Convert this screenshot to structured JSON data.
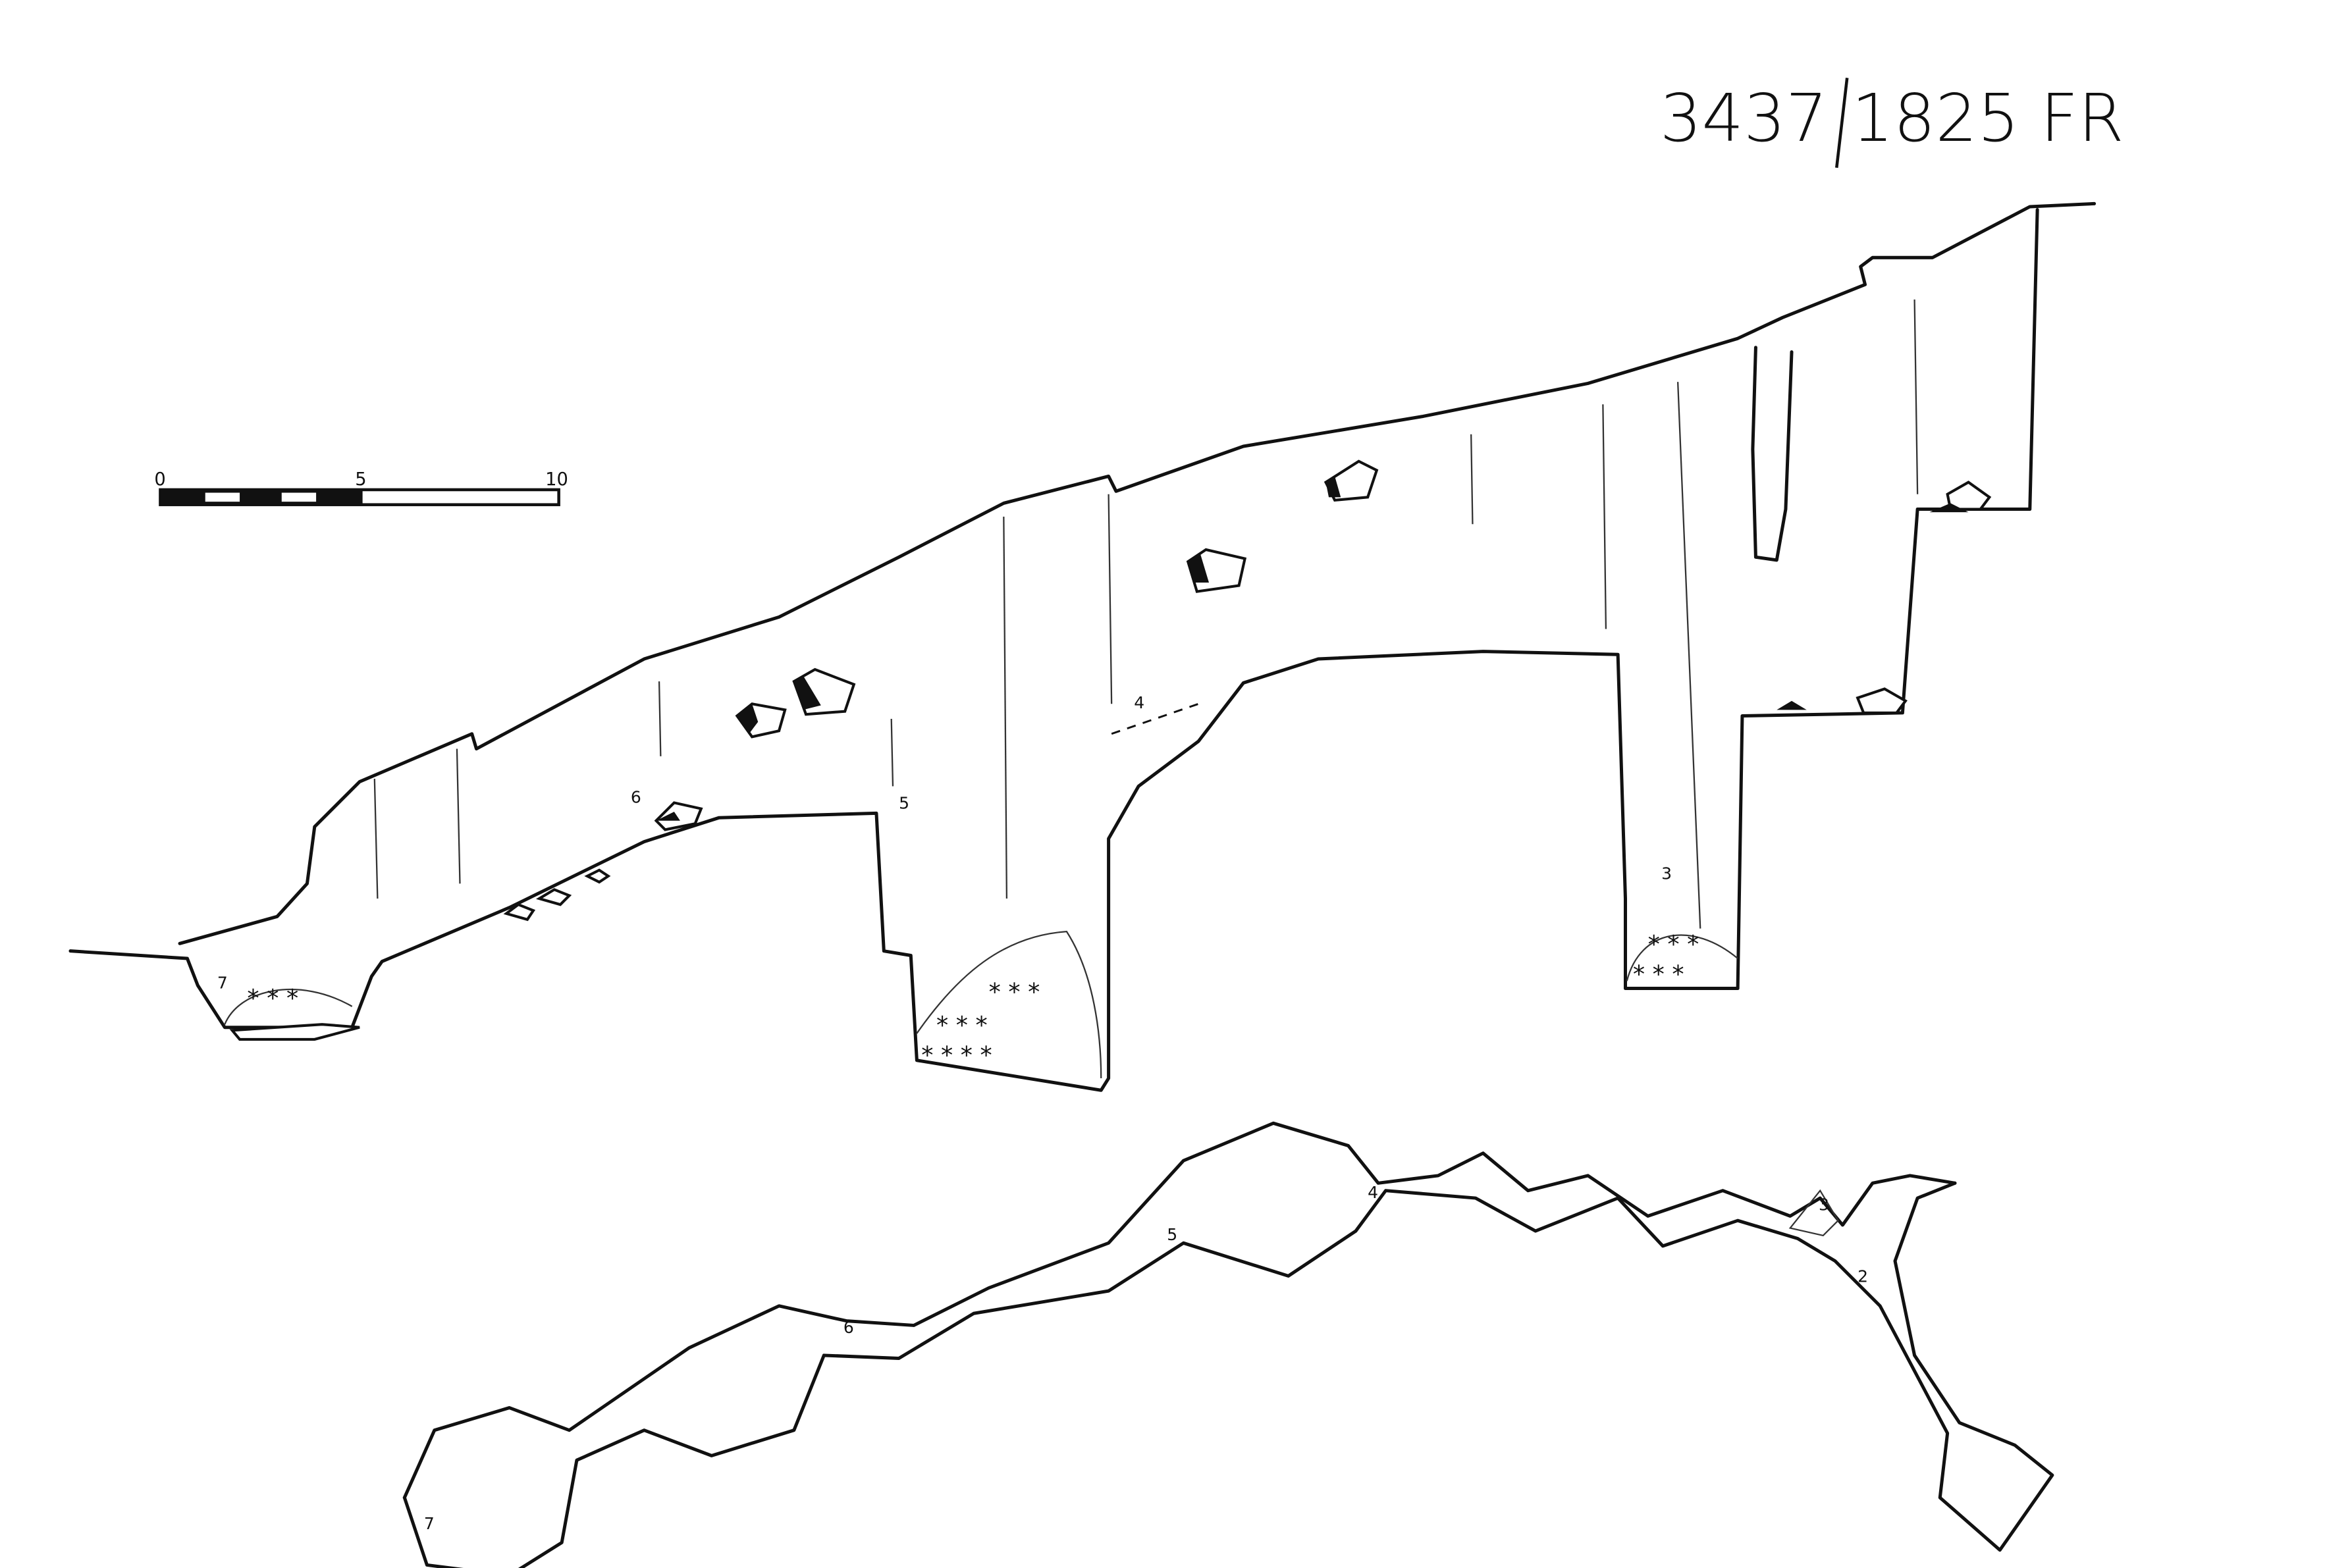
{
  "title": {
    "left": "3437",
    "right": "1825 FR"
  },
  "scale_bar": {
    "ticks": [
      "0",
      "5",
      "10"
    ],
    "unit_min": 0,
    "unit_max": 10
  },
  "profile": {
    "stations": [
      "7",
      "6",
      "5",
      "4",
      "3"
    ]
  },
  "plan": {
    "stations": [
      "7",
      "6",
      "5",
      "4",
      "3",
      "2"
    ]
  }
}
